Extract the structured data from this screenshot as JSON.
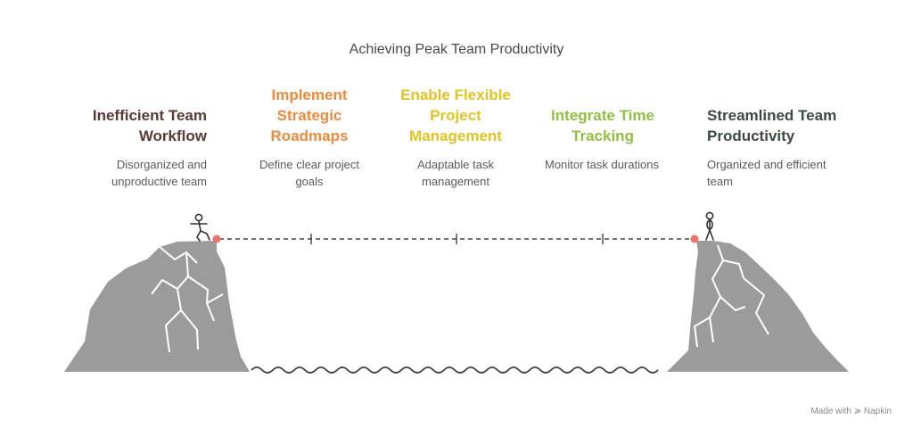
{
  "title": "Achieving Peak Team Productivity",
  "steps": [
    {
      "title": "Inefficient Team Workflow",
      "desc": "Disorganized and unproductive team",
      "color": "#5a3a35"
    },
    {
      "title": "Implement Strategic Roadmaps",
      "desc": "Define clear project goals",
      "color": "#ef8a3c"
    },
    {
      "title": "Enable Flexible Project Management",
      "desc": "Adaptable task management",
      "color": "#e3c322"
    },
    {
      "title": "Integrate Time Tracking",
      "desc": "Monitor task durations",
      "color": "#93c040"
    },
    {
      "title": "Streamlined Team Productivity",
      "desc": "Organized and efficient team",
      "color": "#3c4a3f"
    }
  ],
  "watermark": "Made with ≽ Napkin"
}
